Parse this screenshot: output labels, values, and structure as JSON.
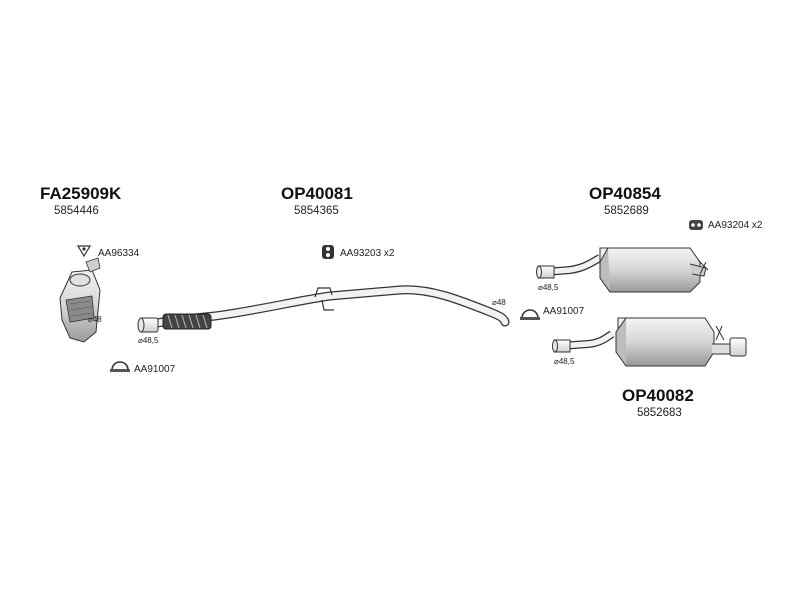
{
  "parts": {
    "catalytic_converter": {
      "code": "FA25909K",
      "number": "5854446"
    },
    "middle_pipe": {
      "code": "OP40081",
      "number": "5854365"
    },
    "rear_silencer_upper": {
      "code": "OP40854",
      "number": "5852689"
    },
    "rear_silencer_lower": {
      "code": "OP40082",
      "number": "5852683"
    }
  },
  "accessories": {
    "gasket_cat": "AA96334",
    "hanger_middle": "AA93203 x2",
    "hanger_rear": "AA93204 x2",
    "clamp_front": "AA91007",
    "clamp_rear": "AA91007"
  },
  "diameters": {
    "cat_outlet": "⌀48",
    "pipe_inlet": "⌀48,5",
    "pipe_outlet": "⌀48",
    "silencer_upper_inlet": "⌀48,5",
    "silencer_lower_inlet": "⌀48,5"
  }
}
